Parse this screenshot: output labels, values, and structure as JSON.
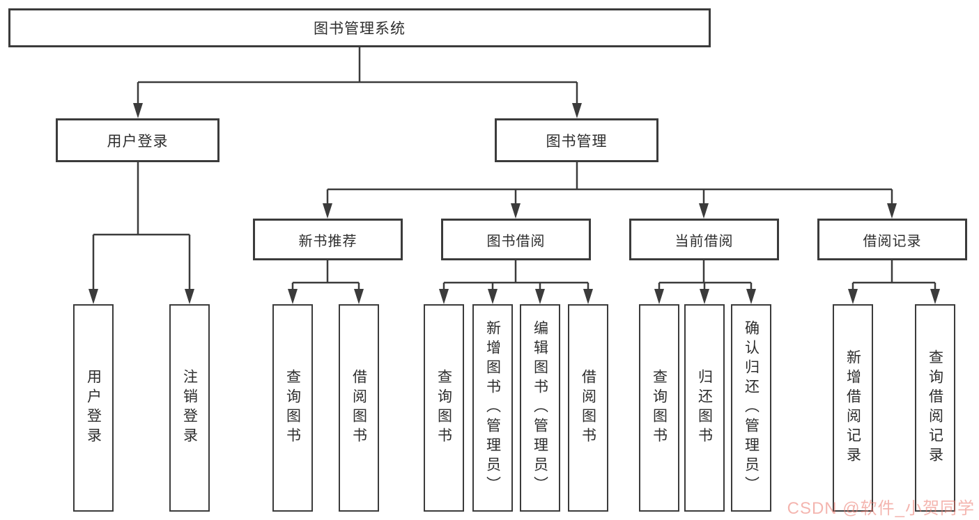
{
  "tree": {
    "root": {
      "label": "图书管理系统"
    },
    "branches": [
      {
        "label": "用户登录",
        "children": [
          {
            "label": "用户登录"
          },
          {
            "label": "注销登录"
          }
        ]
      },
      {
        "label": "图书管理",
        "children": [
          {
            "label": "新书推荐",
            "children": [
              {
                "label": "查询图书"
              },
              {
                "label": "借阅图书"
              }
            ]
          },
          {
            "label": "图书借阅",
            "children": [
              {
                "label": "查询图书"
              },
              {
                "label": "新增图书（管理员）"
              },
              {
                "label": "编辑图书（管理员）"
              },
              {
                "label": "借阅图书"
              }
            ]
          },
          {
            "label": "当前借阅",
            "children": [
              {
                "label": "查询图书"
              },
              {
                "label": "归还图书"
              },
              {
                "label": "确认归还（管理员）"
              }
            ]
          },
          {
            "label": "借阅记录",
            "children": [
              {
                "label": "新增借阅记录"
              },
              {
                "label": "查询借阅记录"
              }
            ]
          }
        ]
      }
    ]
  },
  "colors": {
    "line": "#3b3b3b",
    "text": "#2d2d2d",
    "watermark": "#eb786e"
  },
  "watermark": {
    "text": "CSDN @软件_小贺同学"
  }
}
